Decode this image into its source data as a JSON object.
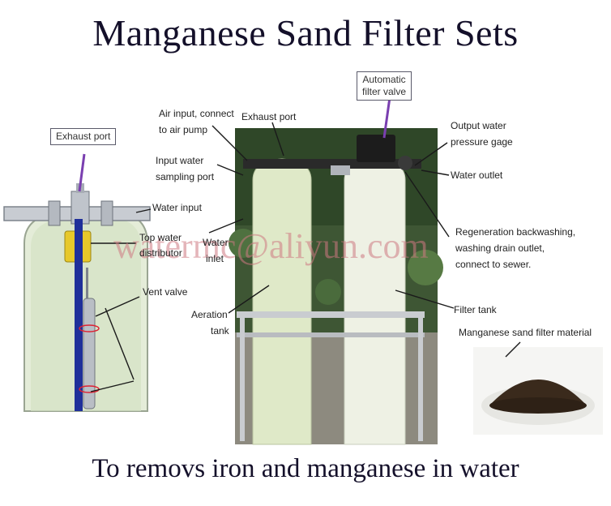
{
  "title": "Manganese Sand Filter Sets",
  "subtitle": "To removs iron and manganese in water",
  "watermark": "watermc@aliyun.com",
  "left_callouts": {
    "exhaust_port_box": "Exhaust port",
    "water_input": "Water input",
    "top_water_distributor_1": "Top water",
    "top_water_distributor_2": "distributor",
    "vent_valve": "Vent valve"
  },
  "photo_callouts": {
    "automatic_valve_1": "Automatic",
    "automatic_valve_2": "filter valve",
    "air_input_1": "Air input, connect",
    "air_input_2": "to air pump",
    "exhaust_port": "Exhaust port",
    "input_sampling_1": "Input water",
    "input_sampling_2": "sampling port",
    "water_inlet_1": "Water",
    "water_inlet_2": "inlet",
    "aeration_tank_1": "Aeration",
    "aeration_tank_2": "tank",
    "output_gage_1": "Output water",
    "output_gage_2": "pressure gage",
    "water_outlet": "Water outlet",
    "regen_1": "Regeneration backwashing,",
    "regen_2": "washing drain outlet,",
    "regen_3": "connect to sewer.",
    "filter_tank": "Filter tank",
    "filter_material": "Manganese sand filter material"
  },
  "colors": {
    "title_text": "#14102a",
    "callout_pointer": "#7a3fb0",
    "watermark": "#cd7882",
    "tank_body": "#dfe9c8",
    "inner_pipe": "#1f2f9a"
  }
}
